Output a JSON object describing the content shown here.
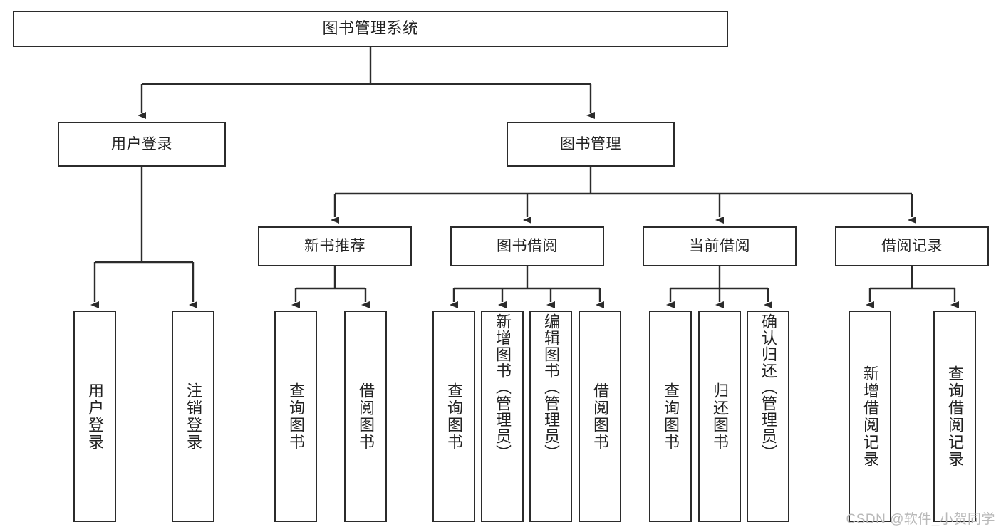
{
  "diagram": {
    "title": "图书管理系统",
    "type": "tree",
    "orientation": "top-down",
    "colors": {
      "stroke": "#2b2b2b",
      "fill": "#ffffff",
      "text": "#222222",
      "watermark": "#b9b9b9"
    },
    "levels": {
      "root": {
        "label": "图书管理系统"
      },
      "level2": [
        {
          "label": "用户登录"
        },
        {
          "label": "图书管理"
        }
      ],
      "level3": [
        {
          "label": "新书推荐"
        },
        {
          "label": "图书借阅"
        },
        {
          "label": "当前借阅"
        },
        {
          "label": "借阅记录"
        }
      ],
      "leaves": [
        {
          "label": "用户登录",
          "parent": "用户登录"
        },
        {
          "label": "注销登录",
          "parent": "用户登录"
        },
        {
          "label": "查询图书",
          "parent": "新书推荐"
        },
        {
          "label": "借阅图书",
          "parent": "新书推荐"
        },
        {
          "label": "查询图书",
          "parent": "图书借阅"
        },
        {
          "label": "新增图书（管理员）",
          "parent": "图书借阅"
        },
        {
          "label": "编辑图书（管理员）",
          "parent": "图书借阅"
        },
        {
          "label": "借阅图书",
          "parent": "图书借阅"
        },
        {
          "label": "查询图书",
          "parent": "当前借阅"
        },
        {
          "label": "归还图书",
          "parent": "当前借阅"
        },
        {
          "label": "确认归还（管理员）",
          "parent": "当前借阅"
        },
        {
          "label": "新增借阅记录",
          "parent": "借阅记录"
        },
        {
          "label": "查询借阅记录",
          "parent": "借阅记录"
        }
      ]
    }
  },
  "watermark": {
    "text": "CSDN @软件_小贺同学"
  }
}
